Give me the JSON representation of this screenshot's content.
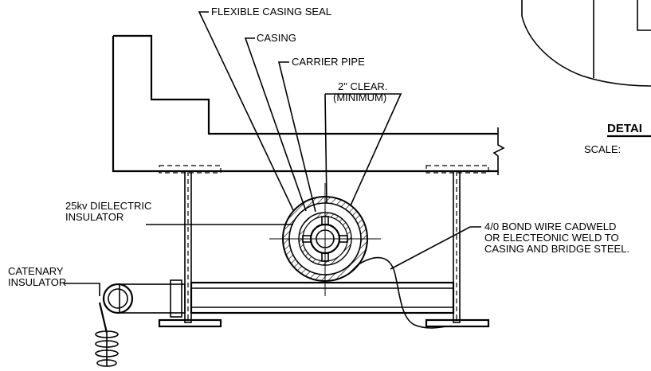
{
  "labels": {
    "flexible_casing_seal": "FLEXIBLE CASING SEAL",
    "casing": "CASING",
    "carrier_pipe": "CARRIER PIPE",
    "clearance_line1": "2\" CLEAR.",
    "clearance_line2": "(MINIMUM)",
    "dielectric_line1": "25kv DIELECTRIC",
    "dielectric_line2": "INSULATOR",
    "catenary_line1": "CATENARY",
    "catenary_line2": "INSULATOR",
    "bond_wire_line1": "4/0 BOND WIRE CADWELD",
    "bond_wire_line2": "OR ELECTEONIC WELD TO",
    "bond_wire_line3": "CASING AND BRIDGE STEEL.",
    "detail_title": "DETAI",
    "scale": "SCALE:"
  },
  "colors": {
    "ink": "#000000",
    "background": "#ffffff"
  }
}
